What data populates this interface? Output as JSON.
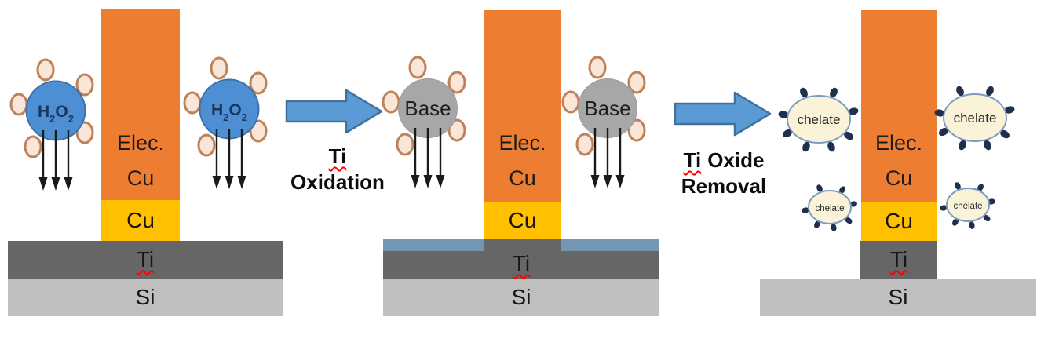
{
  "diagram": {
    "type": "process-diagram",
    "description_visible_text_only": true
  },
  "colors": {
    "elec_cu_pillar": "#ED7D31",
    "cu_seed": "#FFC000",
    "ti_layer": "#666666",
    "si_substrate": "#BFBFBF",
    "ti_oxide_layer": "#7396B5",
    "process_arrow_fill": "#5B9BD5",
    "process_arrow_border": "#41719C",
    "h2o2_sphere": "#4E8FD4",
    "base_sphere": "#A7A7A7",
    "chelate_fill": "#FAF3D8",
    "ligand_fill": "#FAE6D9",
    "ligand_border": "#BE825A",
    "chelate_dot": "#1F2F4E",
    "spellcheck_underline": "#FF0000"
  },
  "molecules": {
    "h2o2": {
      "f1": "H",
      "s1": "2",
      "f2": "O",
      "s2": "2"
    },
    "base": {
      "label": "Base"
    },
    "chelate": {
      "label": "chelate"
    }
  },
  "process_steps": [
    {
      "line1_word": "Ti",
      "line1_rest": "",
      "line2": "Oxidation"
    },
    {
      "line1_word": "Ti",
      "line1_rest": "Oxide",
      "line2": "Removal"
    }
  ],
  "panels": [
    {
      "pillar_label_line1": "Elec.",
      "pillar_label_line2": "Cu",
      "cu_seed_label": "Cu",
      "ti_label": "Ti",
      "si_label": "Si"
    },
    {
      "pillar_label_line1": "Elec.",
      "pillar_label_line2": "Cu",
      "cu_seed_label": "Cu",
      "ti_label": "Ti",
      "si_label": "Si"
    },
    {
      "pillar_label_line1": "Elec.",
      "pillar_label_line2": "Cu",
      "cu_seed_label": "Cu",
      "ti_label": "Ti",
      "si_label": "Si"
    }
  ]
}
